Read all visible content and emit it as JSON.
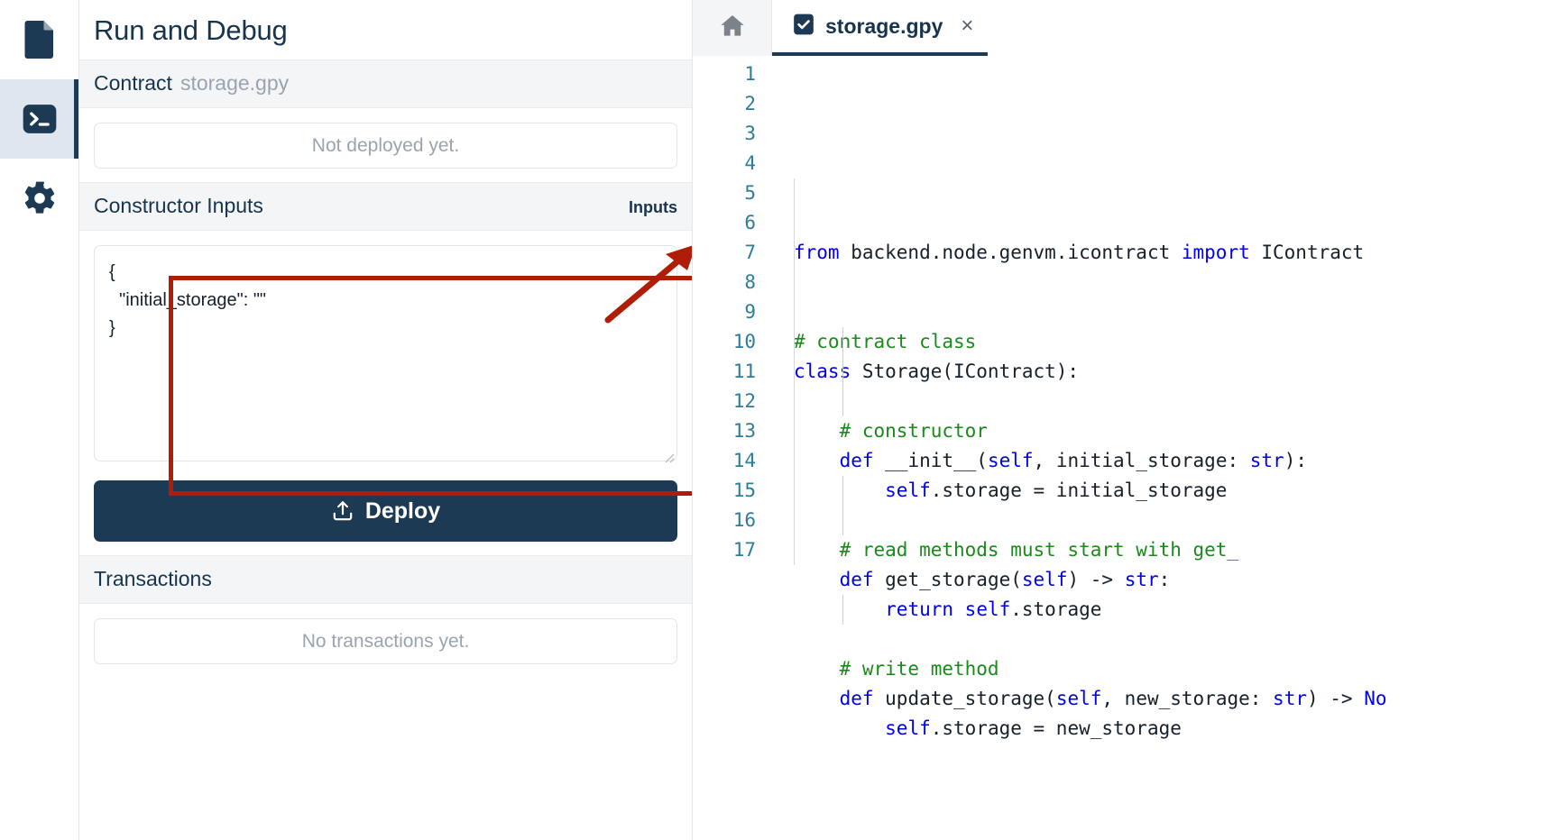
{
  "sidebar": {
    "items": [
      {
        "name": "file-explorer",
        "icon": "file-icon",
        "active": false
      },
      {
        "name": "run-and-debug",
        "icon": "terminal-icon",
        "active": true
      },
      {
        "name": "settings",
        "icon": "gear-icon",
        "active": false
      }
    ]
  },
  "panel": {
    "title": "Run and Debug",
    "contract": {
      "label": "Contract",
      "filename": "storage.gpy"
    },
    "deploy_status": "Not deployed yet.",
    "constructor": {
      "label": "Constructor Inputs",
      "right_label": "Inputs",
      "json_value": "{\n  \"initial_storage\": \"\"\n}"
    },
    "deploy_button": {
      "label": "Deploy",
      "icon": "upload-icon"
    },
    "transactions": {
      "label": "Transactions",
      "empty": "No transactions yet."
    }
  },
  "annotation": {
    "shape": "rectangle-with-arrow",
    "color": "#b01d06",
    "points_to": "Inputs"
  },
  "editor": {
    "home_tab_icon": "home-icon",
    "tab": {
      "icon": "file-check-icon",
      "label": "storage.gpy",
      "close": "×",
      "active": true
    },
    "line_numbers": [
      "1",
      "2",
      "3",
      "4",
      "5",
      "6",
      "7",
      "8",
      "9",
      "10",
      "11",
      "12",
      "13",
      "14",
      "15",
      "16",
      "17"
    ],
    "code_lines": [
      "from backend.node.genvm.icontract import IContract",
      "",
      "",
      "# contract class",
      "class Storage(IContract):",
      "",
      "    # constructor",
      "    def __init__(self, initial_storage: str):",
      "        self.storage = initial_storage",
      "",
      "    # read methods must start with get_",
      "    def get_storage(self) -> str:",
      "        return self.storage",
      "",
      "    # write method",
      "    def update_storage(self, new_storage: str) -> No",
      "        self.storage = new_storage"
    ]
  },
  "colors": {
    "accent_navy": "#1d3a54",
    "annotation_red": "#b01d06",
    "keyword_blue": "#0000ee",
    "comment_green": "#1a8a1a",
    "gutter_teal": "#2d7d9a",
    "muted_gray": "#9aa4b0",
    "section_bg": "#f3f5f7"
  }
}
